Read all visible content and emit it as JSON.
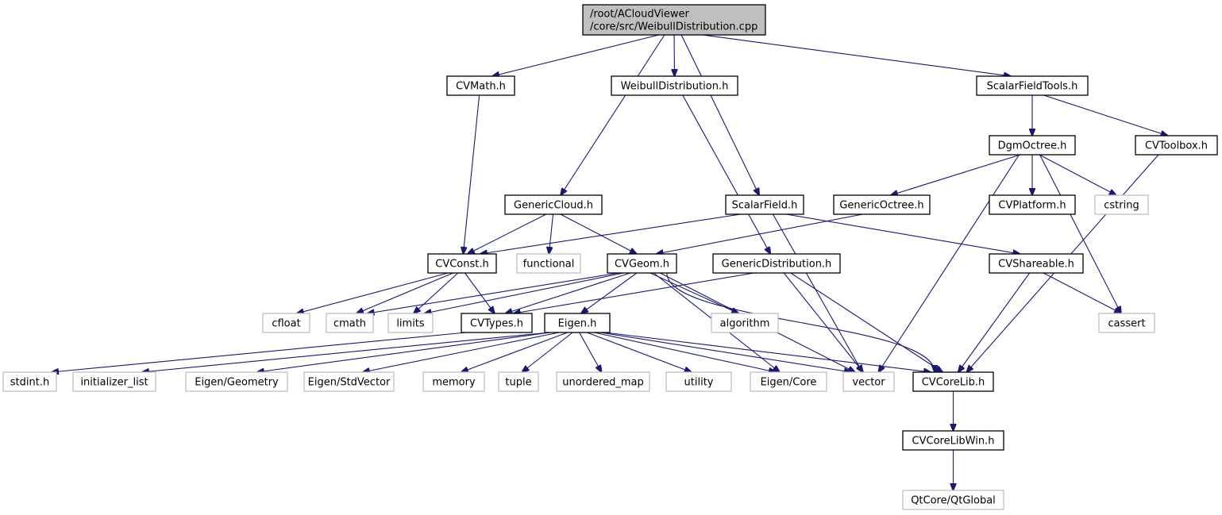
{
  "title": "/root/ACloudViewer/core/src/WeibullDistribution.cpp",
  "colors": {
    "root_fill": "#bfbfbf",
    "node_border": "#000000",
    "external_border": "#bfbfbf",
    "edge": "#191970"
  },
  "nodes": [
    {
      "id": "root",
      "label": [
        "/root/ACloudViewer",
        "/core/src/WeibullDistribution.cpp"
      ],
      "kind": "root"
    },
    {
      "id": "cvmath",
      "label": [
        "CVMath.h"
      ],
      "kind": "internal"
    },
    {
      "id": "weibulldistribution",
      "label": [
        "WeibullDistribution.h"
      ],
      "kind": "internal"
    },
    {
      "id": "scalarfieldtools",
      "label": [
        "ScalarFieldTools.h"
      ],
      "kind": "internal"
    },
    {
      "id": "dgmoctree",
      "label": [
        "DgmOctree.h"
      ],
      "kind": "internal"
    },
    {
      "id": "cvtoolbox",
      "label": [
        "CVToolbox.h"
      ],
      "kind": "internal"
    },
    {
      "id": "genericcloud",
      "label": [
        "GenericCloud.h"
      ],
      "kind": "internal"
    },
    {
      "id": "scalarfield",
      "label": [
        "ScalarField.h"
      ],
      "kind": "internal"
    },
    {
      "id": "genericoctree",
      "label": [
        "GenericOctree.h"
      ],
      "kind": "internal"
    },
    {
      "id": "cvplatform",
      "label": [
        "CVPlatform.h"
      ],
      "kind": "internal"
    },
    {
      "id": "cstring",
      "label": [
        "cstring"
      ],
      "kind": "external"
    },
    {
      "id": "cvconst",
      "label": [
        "CVConst.h"
      ],
      "kind": "internal"
    },
    {
      "id": "functional",
      "label": [
        "functional"
      ],
      "kind": "external"
    },
    {
      "id": "cvgeom",
      "label": [
        "CVGeom.h"
      ],
      "kind": "internal"
    },
    {
      "id": "genericdistribution",
      "label": [
        "GenericDistribution.h"
      ],
      "kind": "internal"
    },
    {
      "id": "cvshareable",
      "label": [
        "CVShareable.h"
      ],
      "kind": "internal"
    },
    {
      "id": "cfloat",
      "label": [
        "cfloat"
      ],
      "kind": "external"
    },
    {
      "id": "cmath",
      "label": [
        "cmath"
      ],
      "kind": "external"
    },
    {
      "id": "limits",
      "label": [
        "limits"
      ],
      "kind": "external"
    },
    {
      "id": "cvtypes",
      "label": [
        "CVTypes.h"
      ],
      "kind": "internal"
    },
    {
      "id": "eigen",
      "label": [
        "Eigen.h"
      ],
      "kind": "internal"
    },
    {
      "id": "algorithm",
      "label": [
        "algorithm"
      ],
      "kind": "external"
    },
    {
      "id": "cassert",
      "label": [
        "cassert"
      ],
      "kind": "external"
    },
    {
      "id": "stdint",
      "label": [
        "stdint.h"
      ],
      "kind": "external"
    },
    {
      "id": "initializer_list",
      "label": [
        "initializer_list"
      ],
      "kind": "external"
    },
    {
      "id": "eigen_geometry",
      "label": [
        "Eigen/Geometry"
      ],
      "kind": "external"
    },
    {
      "id": "eigen_stdvector",
      "label": [
        "Eigen/StdVector"
      ],
      "kind": "external"
    },
    {
      "id": "memory",
      "label": [
        "memory"
      ],
      "kind": "external"
    },
    {
      "id": "tuple",
      "label": [
        "tuple"
      ],
      "kind": "external"
    },
    {
      "id": "unordered_map",
      "label": [
        "unordered_map"
      ],
      "kind": "external"
    },
    {
      "id": "utility",
      "label": [
        "utility"
      ],
      "kind": "external"
    },
    {
      "id": "eigen_core",
      "label": [
        "Eigen/Core"
      ],
      "kind": "external"
    },
    {
      "id": "vector",
      "label": [
        "vector"
      ],
      "kind": "external"
    },
    {
      "id": "cvcorelib",
      "label": [
        "CVCoreLib.h"
      ],
      "kind": "internal"
    },
    {
      "id": "cvcorelibwin",
      "label": [
        "CVCoreLibWin.h"
      ],
      "kind": "internal"
    },
    {
      "id": "qtglobal",
      "label": [
        "QtCore/QtGlobal"
      ],
      "kind": "external"
    }
  ],
  "edges": [
    [
      "root",
      "cvmath"
    ],
    [
      "root",
      "weibulldistribution"
    ],
    [
      "root",
      "genericcloud"
    ],
    [
      "root",
      "scalarfield"
    ],
    [
      "root",
      "scalarfieldtools"
    ],
    [
      "cvmath",
      "cvconst"
    ],
    [
      "weibulldistribution",
      "genericdistribution"
    ],
    [
      "scalarfieldtools",
      "dgmoctree"
    ],
    [
      "scalarfieldtools",
      "cvtoolbox"
    ],
    [
      "dgmoctree",
      "genericoctree"
    ],
    [
      "dgmoctree",
      "cvplatform"
    ],
    [
      "dgmoctree",
      "cstring"
    ],
    [
      "dgmoctree",
      "vector"
    ],
    [
      "dgmoctree",
      "cassert"
    ],
    [
      "cvtoolbox",
      "cvcorelib"
    ],
    [
      "genericcloud",
      "cvconst"
    ],
    [
      "genericcloud",
      "functional"
    ],
    [
      "genericcloud",
      "cvgeom"
    ],
    [
      "scalarfield",
      "cvconst"
    ],
    [
      "scalarfield",
      "cvshareable"
    ],
    [
      "scalarfield",
      "vector"
    ],
    [
      "genericoctree",
      "cvgeom"
    ],
    [
      "cvconst",
      "cfloat"
    ],
    [
      "cvconst",
      "cmath"
    ],
    [
      "cvconst",
      "limits"
    ],
    [
      "cvconst",
      "cvtypes"
    ],
    [
      "cvgeom",
      "cmath"
    ],
    [
      "cvgeom",
      "limits"
    ],
    [
      "cvgeom",
      "cvtypes"
    ],
    [
      "cvgeom",
      "eigen"
    ],
    [
      "cvgeom",
      "algorithm"
    ],
    [
      "cvgeom",
      "eigen_core"
    ],
    [
      "cvgeom",
      "vector"
    ],
    [
      "cvgeom",
      "cvcorelib"
    ],
    [
      "genericdistribution",
      "cvtypes"
    ],
    [
      "genericdistribution",
      "vector"
    ],
    [
      "genericdistribution",
      "cvcorelib"
    ],
    [
      "cvshareable",
      "cassert"
    ],
    [
      "cvshareable",
      "cvcorelib"
    ],
    [
      "cvtypes",
      "stdint"
    ],
    [
      "eigen",
      "initializer_list"
    ],
    [
      "eigen",
      "eigen_geometry"
    ],
    [
      "eigen",
      "eigen_stdvector"
    ],
    [
      "eigen",
      "memory"
    ],
    [
      "eigen",
      "tuple"
    ],
    [
      "eigen",
      "unordered_map"
    ],
    [
      "eigen",
      "utility"
    ],
    [
      "eigen",
      "eigen_core"
    ],
    [
      "eigen",
      "vector"
    ],
    [
      "eigen",
      "cvcorelib"
    ],
    [
      "cvcorelib",
      "cvcorelibwin"
    ],
    [
      "cvcorelibwin",
      "qtglobal"
    ]
  ]
}
